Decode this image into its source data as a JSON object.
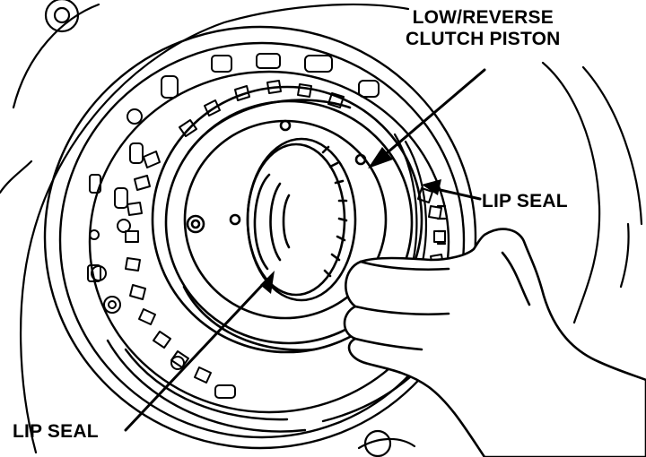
{
  "labels": {
    "piston_line1": "LOW/REVERSE",
    "piston_line2": "CLUTCH PISTON",
    "lip_seal_right": "LIP SEAL",
    "lip_seal_left": "LIP SEAL"
  },
  "colors": {
    "ink": "#000000",
    "paper": "#ffffff",
    "hand_fill": "#ffffff"
  }
}
